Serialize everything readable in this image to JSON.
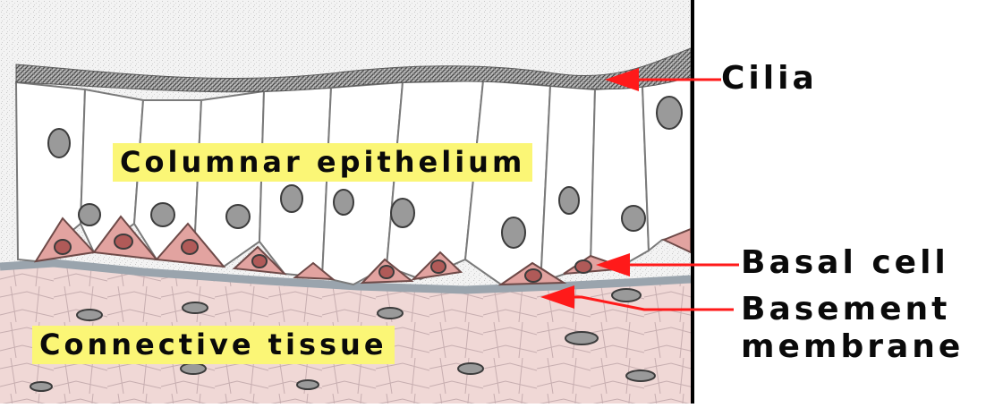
{
  "diagram": {
    "labels": {
      "cilia": "Cilia",
      "columnar_epithelium": "Columnar epithelium",
      "basal_cell": "Basal cell",
      "basement_membrane_line1": "Basement",
      "basement_membrane_line2": "membrane",
      "connective_tissue": "Connective tissue"
    },
    "colors": {
      "background_stipple": "#e9e9e9",
      "cilia": "#6e6e6e",
      "epithelial_cell": "#ffffff",
      "cell_outline": "#7a7a7a",
      "basal_cell": "#e2a3a0",
      "basement_membrane": "#9aa4ad",
      "connective_tissue": "#f0d8d6",
      "nucleus": "#8a8a8a",
      "label_highlight": "#fbf676",
      "arrow": "#ff1a1a"
    }
  }
}
